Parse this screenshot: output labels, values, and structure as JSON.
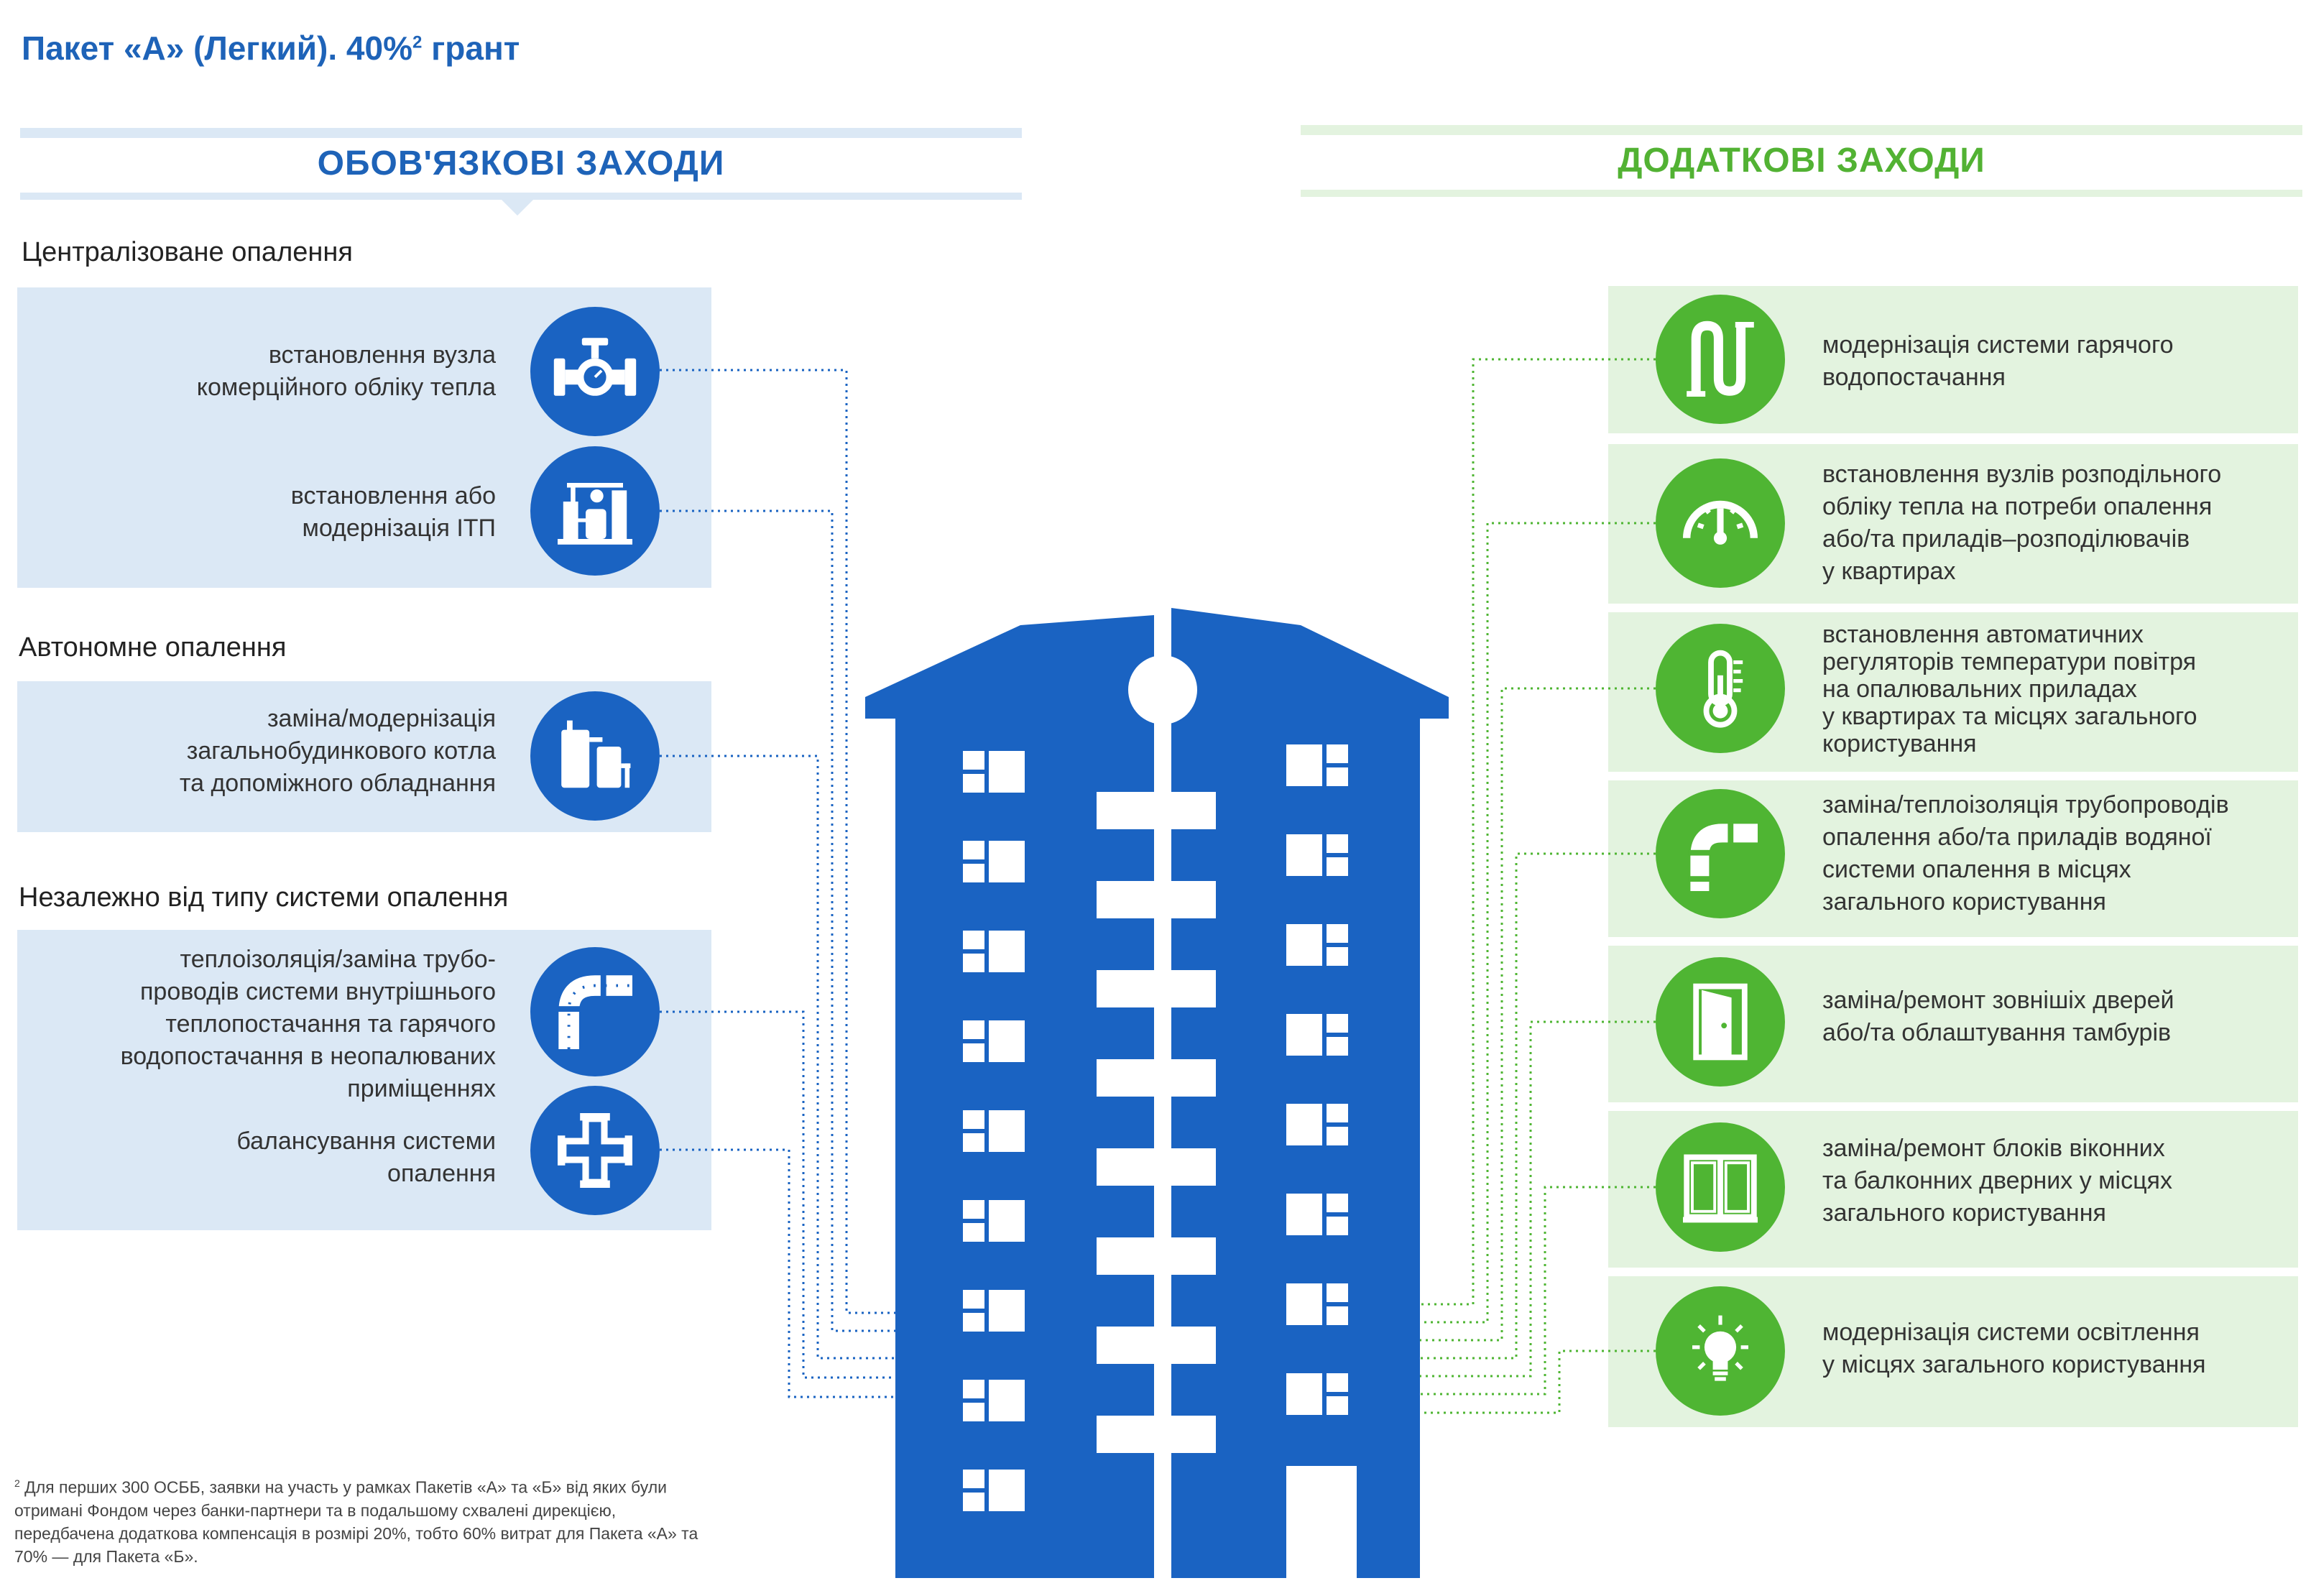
{
  "title": {
    "text": "Пакет «А» (Легкий). 40%",
    "sup": "2",
    "suffix": " грант"
  },
  "mandatory": {
    "header": "ОБОВ'ЯЗКОВІ ЗАХОДИ",
    "sections": [
      {
        "label": "Централізоване опалення",
        "items": [
          {
            "text": "встановлення вузла\nкомерційного обліку тепла",
            "icon": "valve-meter-icon"
          },
          {
            "text": "встановлення або\nмодернізація ІТП",
            "icon": "heat-substation-icon"
          }
        ]
      },
      {
        "label": "Автономне опалення",
        "items": [
          {
            "text": "заміна/модернізація\nзагальнобудинкового котла\nта допоміжного обладнання",
            "icon": "boiler-icon"
          }
        ]
      },
      {
        "label": "Незалежно від типу системи опалення",
        "items": [
          {
            "text": "теплоізоляція/заміна трубо-\nпроводів системи внутрішнього\nтеплопостачання та гарячого\nводопостачання в неопалюваних\nприміщеннях",
            "icon": "insulated-pipe-icon"
          },
          {
            "text": "балансування системи\nопалення",
            "icon": "pipe-cross-icon"
          }
        ]
      }
    ]
  },
  "additional": {
    "header": "ДОДАТКОВІ ЗАХОДИ",
    "items": [
      {
        "text": "модернізація системи гарячого\nводопостачання",
        "icon": "coil-pipe-icon"
      },
      {
        "text": "встановлення вузлів розподільного\nобліку тепла на потреби опалення\nабо/та приладів–розподілювачів\nу квартирах",
        "icon": "gauge-icon"
      },
      {
        "text": "встановлення автоматичних\nрегуляторів температури повітря\nна опалювальних приладах\nу квартирах та місцях загального\nкористування",
        "icon": "thermometer-icon"
      },
      {
        "text": "заміна/теплоізоляція трубопроводів\nопалення або/та приладів водяної\nсистеми опалення в місцях\nзагального користування",
        "icon": "pipe-elbow-icon"
      },
      {
        "text": "заміна/ремонт зовнішіх дверей\nабо/та облаштування тамбурів",
        "icon": "door-icon"
      },
      {
        "text": "заміна/ремонт блоків віконних\nта балконних дверних у місцях\nзагального користування",
        "icon": "window-icon"
      },
      {
        "text": "модернізація системи освітлення\nу місцях загального користування",
        "icon": "light-bulb-icon"
      }
    ]
  },
  "footnote": {
    "sup": "2",
    "text": " Для перших 300 ОСББ, заявки на участь у рамках Пакетів «А» та «Б» від яких були отримані Фондом через банки-партнери та в подальшому схвалені дирекцією, передбачена додаткова компенсація в розмірі 20%, тобто 60% витрат для Пакета «А» та 70% — для Пакета «Б»."
  },
  "colors": {
    "blue": "#1a63c2",
    "green": "#4fb533",
    "blue_panel": "#dbe8f5",
    "green_panel": "#e3f3df"
  }
}
